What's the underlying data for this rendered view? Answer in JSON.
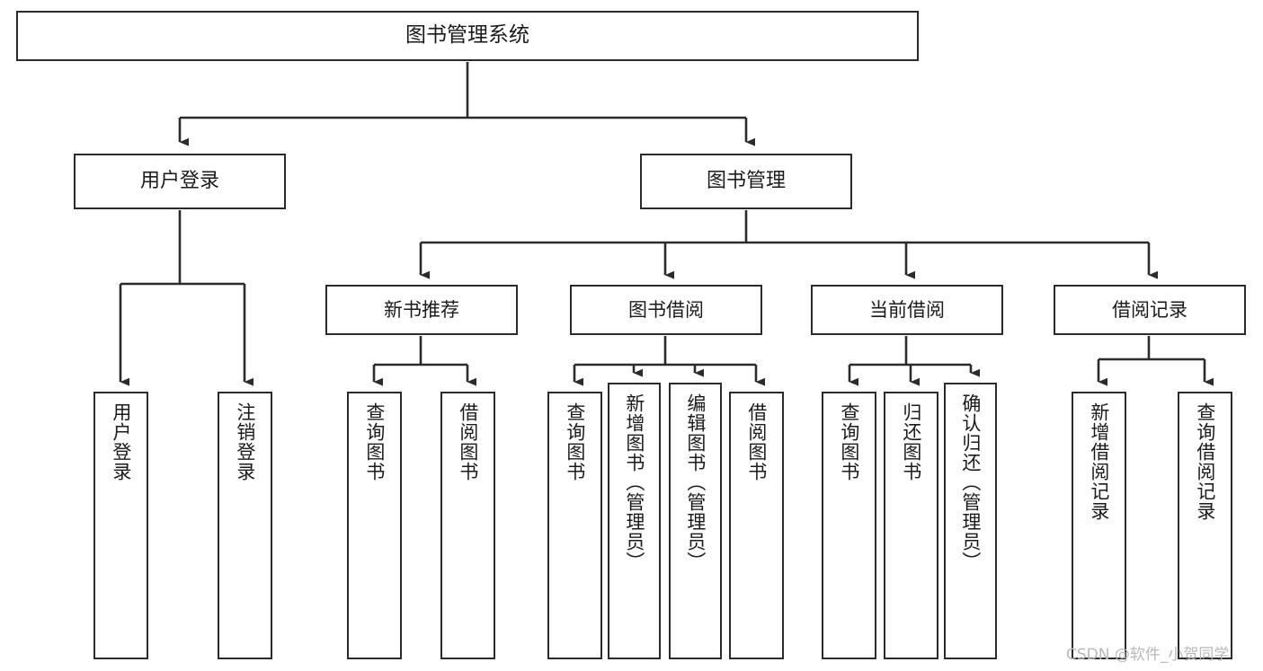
{
  "diagram": {
    "type": "tree-hierarchy-diagram",
    "title": "图书管理系统",
    "stroke_color": "#2b2b2b",
    "fill_color": "#ffffff",
    "text_color": "#1b1b1b",
    "nodes": {
      "root": {
        "label": "图书管理系统"
      },
      "level2": [
        {
          "id": "user-login",
          "label": "用户登录"
        },
        {
          "id": "book-manage",
          "label": "图书管理"
        }
      ],
      "level3": [
        {
          "id": "new-book-recommend",
          "label": "新书推荐"
        },
        {
          "id": "book-borrow",
          "label": "图书借阅"
        },
        {
          "id": "current-borrow",
          "label": "当前借阅"
        },
        {
          "id": "borrow-record",
          "label": "借阅记录"
        }
      ],
      "leaves": {
        "user_login": [
          {
            "id": "leaf-user-login",
            "label": "用户登录"
          },
          {
            "id": "leaf-logout-login",
            "label": "注销登录"
          }
        ],
        "new_book_recommend": [
          {
            "id": "leaf-query-book-1",
            "label": "查询图书"
          },
          {
            "id": "leaf-borrow-book-1",
            "label": "借阅图书"
          }
        ],
        "book_borrow": [
          {
            "id": "leaf-query-book-2",
            "label": "查询图书"
          },
          {
            "id": "leaf-add-book",
            "label": "新增图书（管理员）"
          },
          {
            "id": "leaf-edit-book",
            "label": "编辑图书（管理员）"
          },
          {
            "id": "leaf-borrow-book-2",
            "label": "借阅图书"
          }
        ],
        "current_borrow": [
          {
            "id": "leaf-query-book-3",
            "label": "查询图书"
          },
          {
            "id": "leaf-return-book",
            "label": "归还图书"
          },
          {
            "id": "leaf-confirm-return",
            "label": "确认归还（管理员）"
          }
        ],
        "borrow_record": [
          {
            "id": "leaf-add-record",
            "label": "新增借阅记录"
          },
          {
            "id": "leaf-query-record",
            "label": "查询借阅记录"
          }
        ]
      }
    }
  },
  "watermark": {
    "text": "CSDN @软件_小贺同学"
  }
}
